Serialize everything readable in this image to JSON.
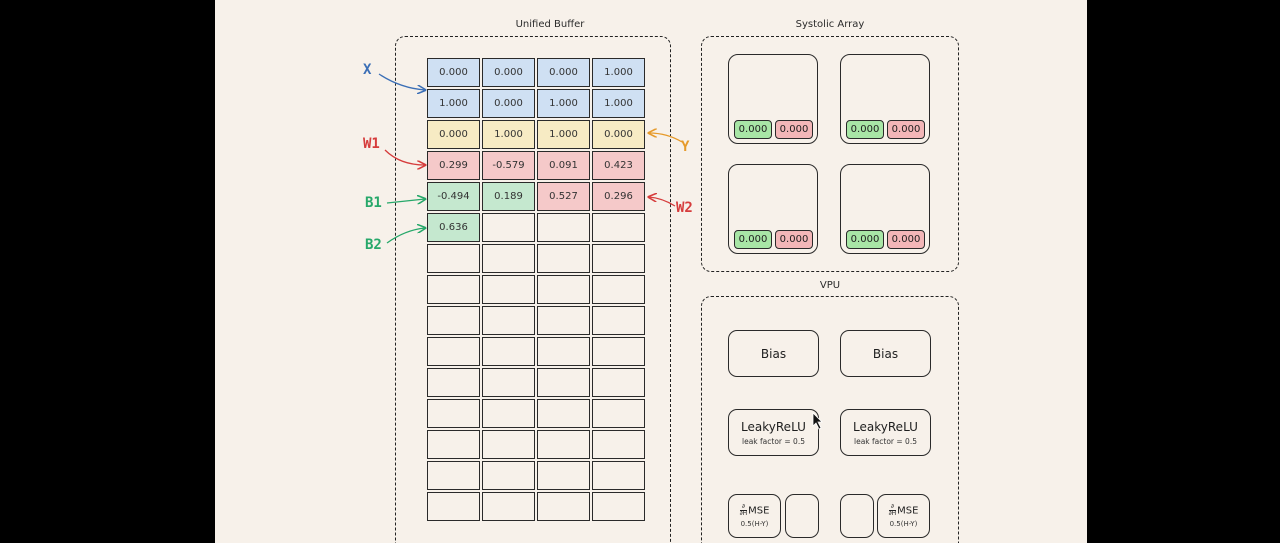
{
  "unified_buffer": {
    "title": "Unified Buffer",
    "rows": [
      {
        "color": "blue",
        "values": [
          "0.000",
          "0.000",
          "0.000",
          "1.000"
        ]
      },
      {
        "color": "blue",
        "values": [
          "1.000",
          "0.000",
          "1.000",
          "1.000"
        ]
      },
      {
        "color": "yellow",
        "values": [
          "0.000",
          "1.000",
          "1.000",
          "0.000"
        ]
      },
      {
        "color": "red",
        "values": [
          "0.299",
          "-0.579",
          "0.091",
          "0.423"
        ]
      },
      {
        "colors": [
          "green",
          "green",
          "red",
          "red"
        ],
        "values": [
          "-0.494",
          "0.189",
          "0.527",
          "0.296"
        ]
      },
      {
        "colors": [
          "green",
          "empty",
          "empty",
          "empty"
        ],
        "values": [
          "0.636",
          "",
          "",
          ""
        ]
      }
    ],
    "empty_rows": 9,
    "labels": {
      "x": "X",
      "w1": "W1",
      "b1": "B1",
      "b2": "B2",
      "y": "Y",
      "w2": "W2"
    }
  },
  "systolic_array": {
    "title": "Systolic Array",
    "pes": [
      {
        "left": "0.000",
        "right": "0.000"
      },
      {
        "left": "0.000",
        "right": "0.000"
      },
      {
        "left": "0.000",
        "right": "0.000"
      },
      {
        "left": "0.000",
        "right": "0.000"
      }
    ]
  },
  "vpu": {
    "title": "VPU",
    "bias": [
      "Bias",
      "Bias"
    ],
    "relu": [
      {
        "name": "LeakyReLU",
        "sub": "leak factor = 0.5"
      },
      {
        "name": "LeakyReLU",
        "sub": "leak factor = 0.5"
      }
    ],
    "mse": [
      {
        "name": "MSE",
        "sub": "0.5(H-Y)",
        "deriv_top": "∂",
        "deriv_bottom": "∂H"
      },
      {
        "name": "MSE",
        "sub": "0.5(H-Y)",
        "deriv_top": "∂",
        "deriv_bottom": "∂H"
      }
    ]
  },
  "colors": {
    "x_label": "#3b6fb6",
    "w1_label": "#d63c3c",
    "b_label": "#27a86a",
    "y_label": "#e69a2a",
    "w2_label": "#d63c3c"
  }
}
